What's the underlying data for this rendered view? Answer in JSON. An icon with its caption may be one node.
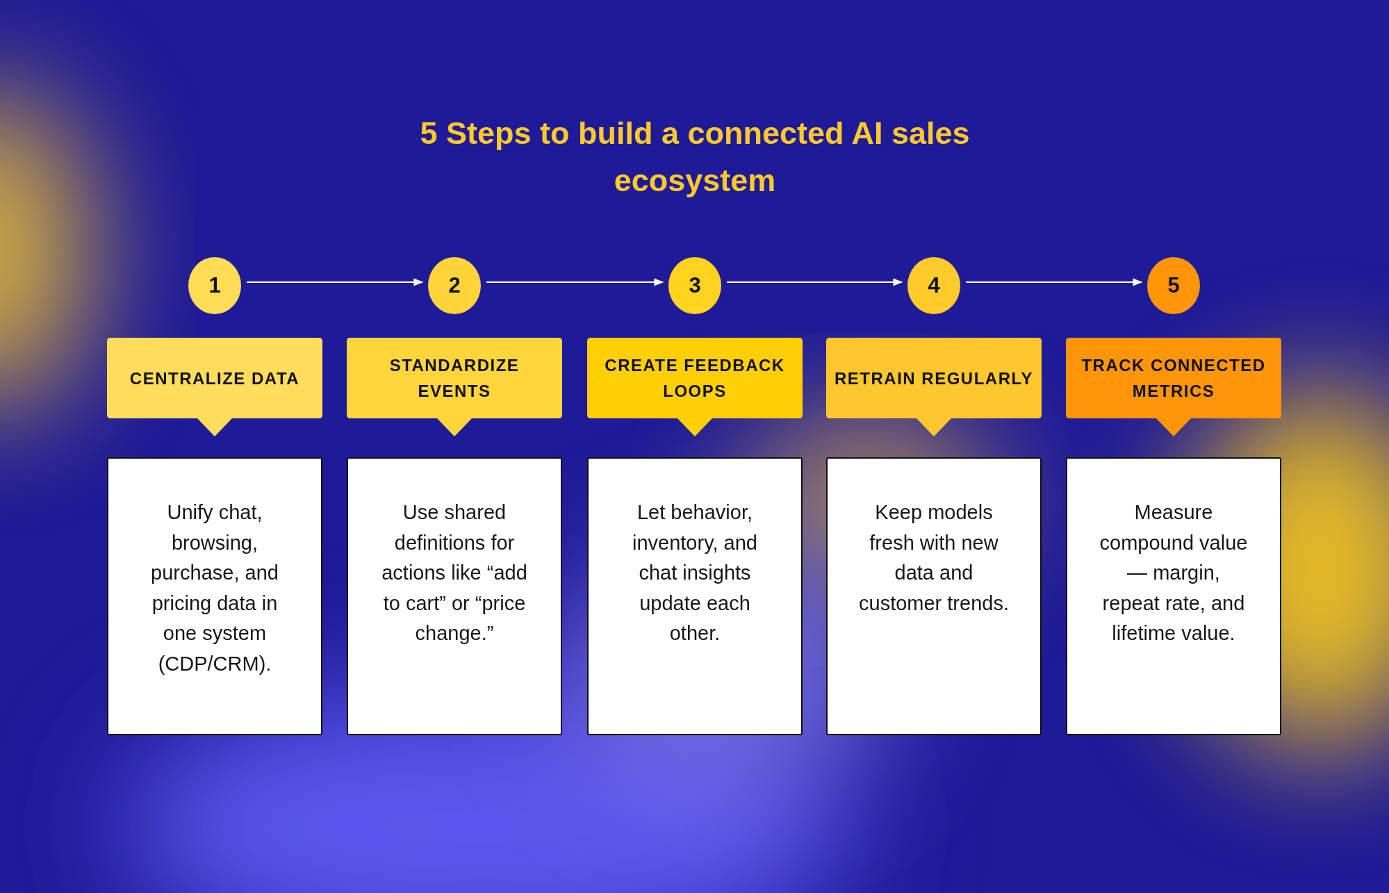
{
  "diagram": {
    "title": "5 Steps to build a connected AI sales ecosystem",
    "nodes": [
      {
        "text": [
          "1"
        ]
      },
      {
        "text": [
          "2"
        ]
      },
      {
        "text": [
          "3"
        ]
      },
      {
        "text": [
          "4"
        ]
      },
      {
        "text": [
          "5"
        ]
      },
      {
        "text": [
          "CENTRALIZE DATA"
        ]
      },
      {
        "text": [
          "STANDARDIZE EVENTS"
        ]
      },
      {
        "text": [
          "CREATE FEEDBACK LOOPS"
        ]
      },
      {
        "text": [
          "RETRAIN REGULARLY"
        ]
      },
      {
        "text": [
          "TRACK CONNECTED METRICS"
        ]
      },
      {
        "text": [
          "Unify chat, browsing, purchase, and pricing data in one system (CDP/CRM)."
        ]
      },
      {
        "text": [
          "Use shared definitions for actions like “add to cart” or “price change.”"
        ]
      },
      {
        "text": [
          "Let behavior, inventory, and chat insights update each other."
        ]
      },
      {
        "text": [
          "Keep models fresh with new data and customer trends."
        ]
      },
      {
        "text": [
          "Measure compound value — margin, repeat rate, and lifetime value."
        ]
      }
    ],
    "edges": [
      {
        "from": 0,
        "to": 1,
        "arrow": "to"
      },
      {
        "from": 1,
        "to": 2,
        "arrow": "to"
      },
      {
        "from": 2,
        "to": 3,
        "arrow": "to"
      },
      {
        "from": 3,
        "to": 4,
        "arrow": "to"
      }
    ]
  }
}
